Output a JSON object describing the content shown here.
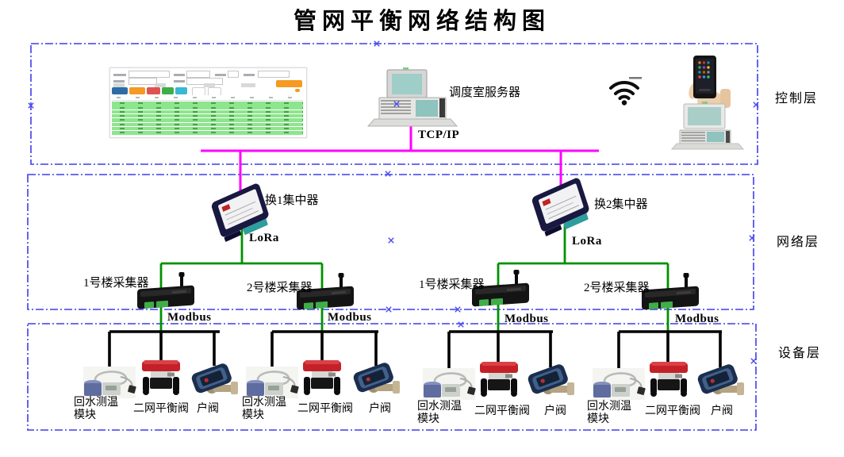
{
  "title": "管网平衡网络结构图",
  "layer_labels": {
    "control": "控制层",
    "network": "网络层",
    "device": "设备层"
  },
  "control_layer": {
    "server_label": "调度室服务器",
    "bus_label": "TCP/IP"
  },
  "network_layer": {
    "concentrators": [
      "换1集中器",
      "换2集中器"
    ],
    "lora_labels": [
      "LoRa",
      "LoRa"
    ],
    "collectors": [
      "1号楼采集器",
      "2号楼采集器",
      "1号楼采集器",
      "2号楼采集器"
    ],
    "modbus_labels": [
      "Modbus",
      "Modbus",
      "Modbus",
      "Modbus"
    ]
  },
  "device_layer": {
    "groups": [
      {
        "temp_module": "回水测温模块",
        "balance_valve": "二网平衡阀",
        "house_valve": "户阀"
      },
      {
        "temp_module": "回水测温模块",
        "balance_valve": "二网平衡阀",
        "house_valve": "户阀"
      },
      {
        "temp_module": "回水测温模块",
        "balance_valve": "二网平衡阀",
        "house_valve": "户阀"
      },
      {
        "temp_module": "回水测温模块",
        "balance_valve": "二网平衡阀",
        "house_valve": "户阀"
      }
    ]
  },
  "colors": {
    "c-tcp": "#ff00ff",
    "c-lora": "#009100",
    "c-mod": "#000000",
    "c-border": "#3d3dee"
  }
}
